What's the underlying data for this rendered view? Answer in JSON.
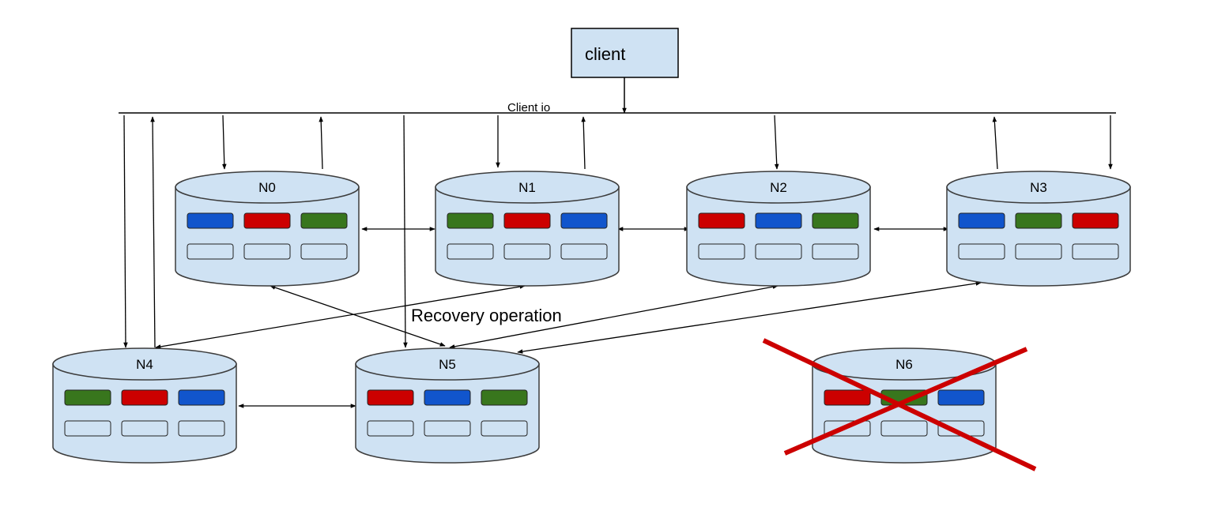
{
  "client": {
    "label": "client"
  },
  "bus": {
    "label": "Client io"
  },
  "recovery": {
    "label": "Recovery operation"
  },
  "colors": {
    "node_fill": "#cfe2f3",
    "node_stroke": "#3c3c3c",
    "client_fill": "#cfe2f3",
    "blue": "#1155cc",
    "red": "#cc0000",
    "green": "#38761d",
    "slot_empty": "#cfe2f3",
    "cross": "#cc0000",
    "line": "#000000"
  },
  "nodes": [
    {
      "id": "N0",
      "label": "N0",
      "slots": [
        "blue",
        "red",
        "green"
      ],
      "failed": false
    },
    {
      "id": "N1",
      "label": "N1",
      "slots": [
        "green",
        "red",
        "blue"
      ],
      "failed": false
    },
    {
      "id": "N2",
      "label": "N2",
      "slots": [
        "red",
        "blue",
        "green"
      ],
      "failed": false
    },
    {
      "id": "N3",
      "label": "N3",
      "slots": [
        "blue",
        "green",
        "red"
      ],
      "failed": false
    },
    {
      "id": "N4",
      "label": "N4",
      "slots": [
        "green",
        "red",
        "blue"
      ],
      "failed": false
    },
    {
      "id": "N5",
      "label": "N5",
      "slots": [
        "red",
        "blue",
        "green"
      ],
      "failed": false
    },
    {
      "id": "N6",
      "label": "N6",
      "slots": [
        "red",
        "green",
        "blue"
      ],
      "failed": true
    }
  ]
}
